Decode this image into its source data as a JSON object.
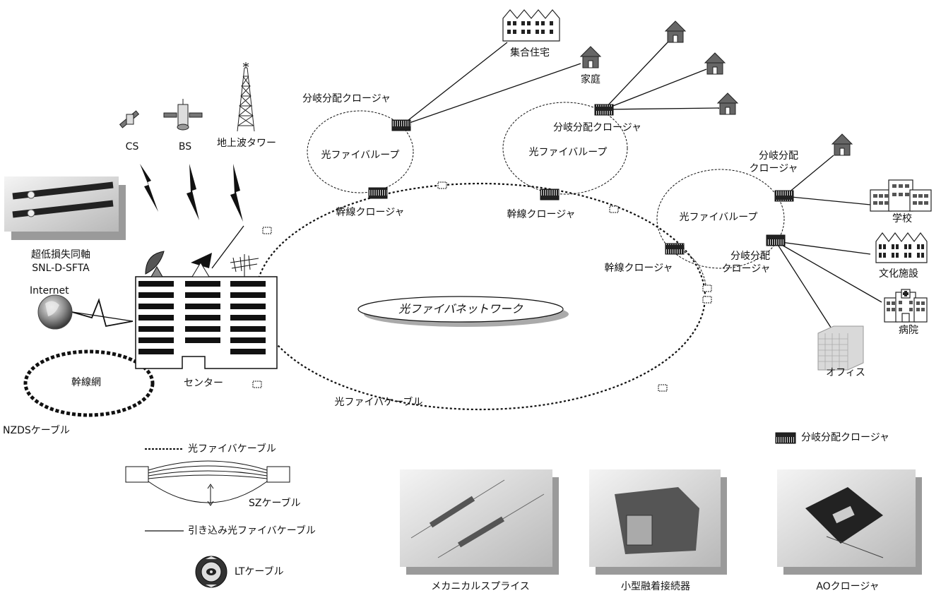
{
  "labels": {
    "multi_housing": "集合住宅",
    "home": "家庭",
    "branch_closure_a": "分岐分配クロージャ",
    "branch_closure_b": "分岐分配クロージャ",
    "branch_closure_c_line1": "分岐分配",
    "branch_closure_c_line2": "クロージャ",
    "branch_closure_d_line1": "分岐分配",
    "branch_closure_d_line2": "クロージャ",
    "loop_a": "光ファイバループ",
    "loop_b": "光ファイバループ",
    "loop_c": "光ファイバループ",
    "trunk_closure_a": "幹線クロージャ",
    "trunk_closure_b": "幹線クロージャ",
    "trunk_closure_c": "幹線クロージャ",
    "school": "学校",
    "culture": "文化施設",
    "hospital": "病院",
    "office": "オフィス",
    "cs": "CS",
    "bs": "BS",
    "tower": "地上波タワー",
    "coax_line1": "超低損失同軸",
    "coax_line2": "SNL-D-SFTA",
    "internet": "Internet",
    "network": "光ファイバネットワーク",
    "trunk_net": "幹線網",
    "center": "センター",
    "nzds": "NZDSケーブル",
    "fiber_cable": "光ファイバケーブル"
  },
  "legend": {
    "fiber_cable": "光ファイバケーブル",
    "sz_cable": "SZケーブル",
    "drop_cable": "引き込み光ファイバケーブル",
    "lt_cable": "LTケーブル",
    "branch_closure": "分岐分配クロージャ"
  },
  "photos": {
    "mechanical_splice": "メカニカルスプライス",
    "fusion_splicer": "小型融着接続器",
    "ao_closure": "AOクロージャ"
  }
}
